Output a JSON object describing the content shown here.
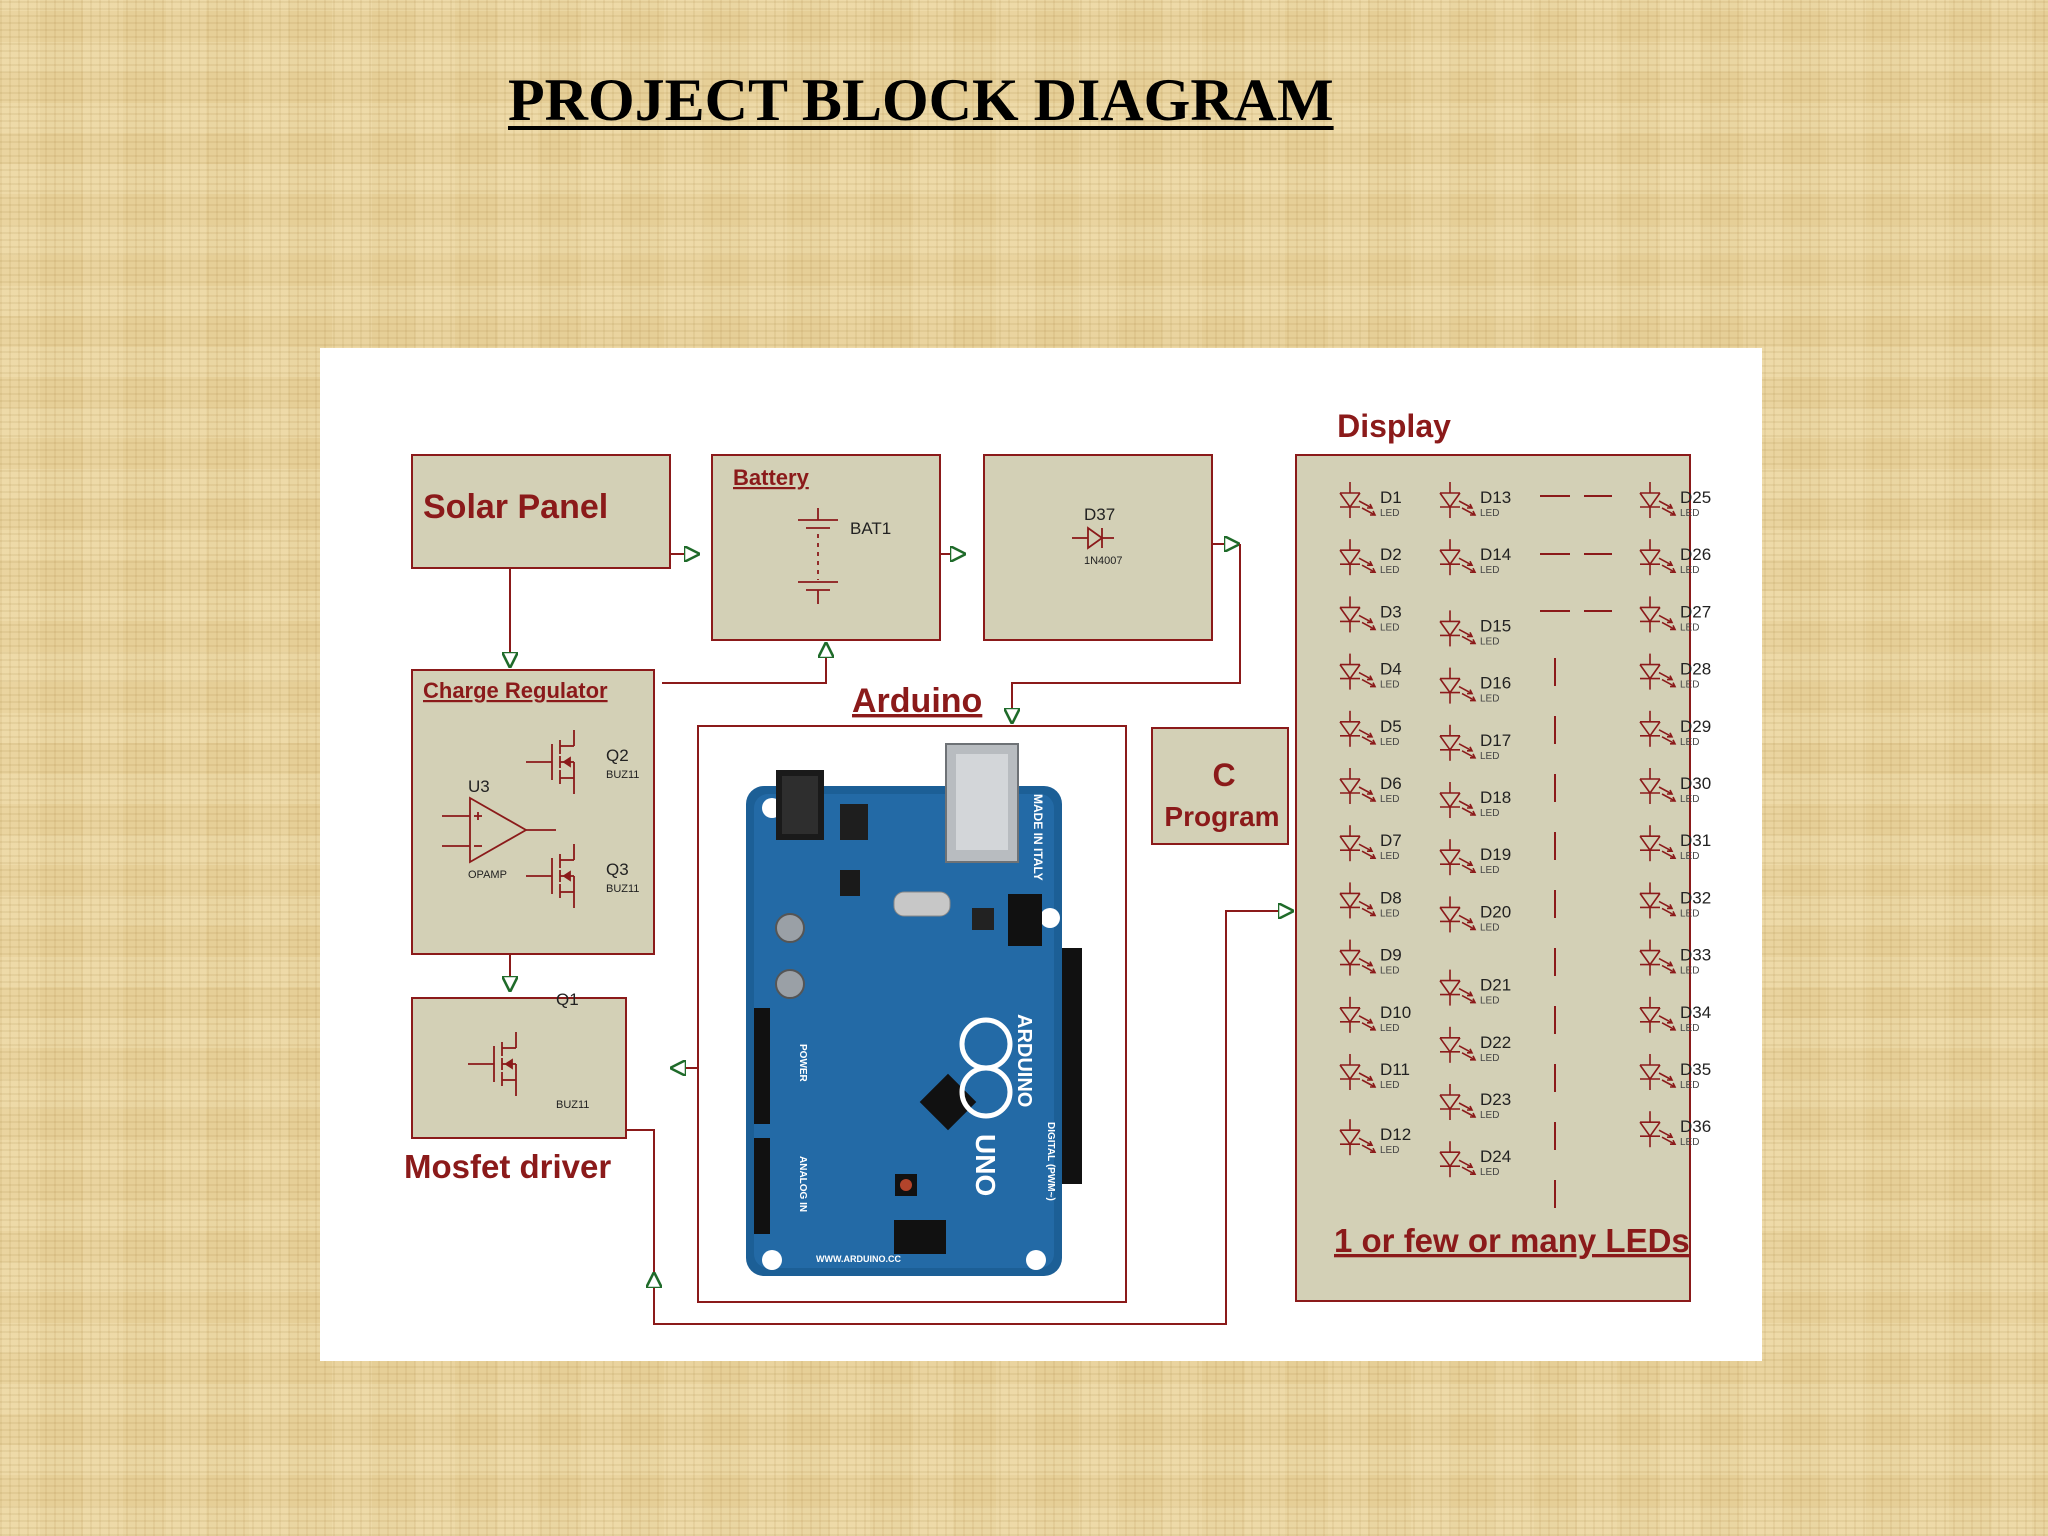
{
  "slide": {
    "title": "PROJECT BLOCK DIAGRAM"
  },
  "colors": {
    "box_fill": "#d3d0b6",
    "box_border": "#8b1a1a",
    "wire": "#8b1a1a",
    "arrow": "#1f6b2a",
    "label_text": "#8b1a1a",
    "background": "#e6cf97"
  },
  "blocks": {
    "solar_panel": {
      "label": "Solar Panel"
    },
    "battery": {
      "label": "Battery",
      "component": "BAT1"
    },
    "diode": {
      "ref": "D37",
      "value": "1N4007"
    },
    "charge_regulator": {
      "label": "Charge Regulator",
      "opamp_ref": "U3",
      "opamp_value": "OPAMP",
      "transistors": [
        {
          "ref": "Q2",
          "value": "BUZ11"
        },
        {
          "ref": "Q3",
          "value": "BUZ11"
        }
      ]
    },
    "mosfet_driver": {
      "label": "Mosfet driver",
      "ref": "Q1",
      "value": "BUZ11"
    },
    "arduino": {
      "label": "Arduino",
      "image": "arduino-uno-board-icon",
      "board_text": {
        "brand": "ARDUINO",
        "model": "UNO",
        "made": "MADE IN ITALY",
        "url": "WWW.ARDUINO.CC",
        "power": "POWER",
        "analog": "ANALOG IN",
        "digital": "DIGITAL (PWM~)"
      }
    },
    "c_program": {
      "line1": "C",
      "line2": "Program"
    },
    "display": {
      "title": "Display",
      "caption": "1 or few or many LEDs",
      "led_value": "LED",
      "columns": [
        [
          "D1",
          "D2",
          "D3",
          "D4",
          "D5",
          "D6",
          "D7",
          "D8",
          "D9",
          "D10",
          "D11",
          "D12"
        ],
        [
          "D13",
          "D14",
          "D15",
          "D16",
          "D17",
          "D18",
          "D19",
          "D20",
          "D21",
          "D22",
          "D23",
          "D24"
        ],
        [
          "D25",
          "D26",
          "D27",
          "D28",
          "D29",
          "D30",
          "D31",
          "D32",
          "D33",
          "D34",
          "D35",
          "D36"
        ]
      ]
    }
  }
}
